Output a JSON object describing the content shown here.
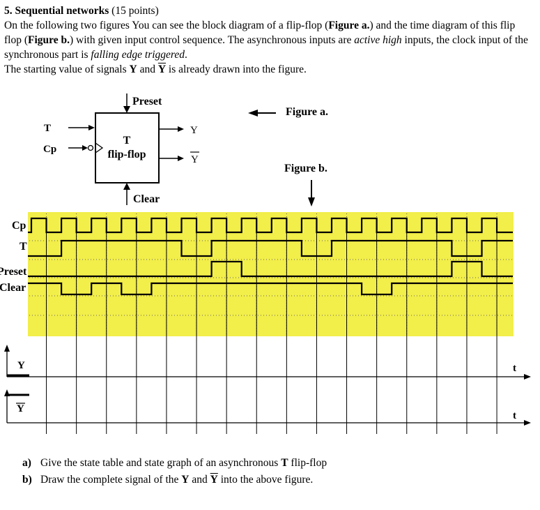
{
  "problem": {
    "number": "5.",
    "title": "Sequential networks",
    "points": "(15 points)",
    "line1_a": "On the following two figures You can see the block diagram of a flip-flop (",
    "figure_a_ref": "Figure a.",
    "line1_b": ") and the time diagram of this flip flop (",
    "figure_b_ref": "Figure b.",
    "line1_c": ") with given input control sequence. The asynchronous inputs are ",
    "active_high": "active high",
    "line1_d": " inputs, the clock input of the synchronous part is ",
    "falling_edge": "falling edge triggered",
    "line1_e": ".",
    "line2_a": "The starting value of signals ",
    "sig_y": "Y",
    "line2_and": " and ",
    "sig_ybar": "Y",
    "line2_b": " is already drawn into the figure."
  },
  "block_diagram": {
    "preset": "Preset",
    "clear": "Clear",
    "input_t": "T",
    "input_cp": "Cp",
    "block_line1": "T",
    "block_line2": "flip-flop",
    "output_y": "Y",
    "output_ybar": "Y",
    "figure_a_label": "Figure a.",
    "figure_b_label": "Figure b."
  },
  "timing": {
    "signals": [
      "Cp",
      "T",
      "Preset",
      "Clear"
    ],
    "output_y": "Y",
    "output_ybar": "Y",
    "time_axis": "t",
    "highlight_color": "#f2ee4a",
    "clock_periods": 16,
    "t_waveform": [
      [
        0,
        0
      ],
      [
        1,
        1
      ],
      [
        5,
        0
      ],
      [
        6,
        1
      ],
      [
        9,
        0
      ],
      [
        10,
        1
      ],
      [
        14,
        0
      ],
      [
        15,
        1
      ],
      [
        16,
        1
      ]
    ],
    "preset_waveform": [
      [
        0,
        0
      ],
      [
        6,
        1
      ],
      [
        7,
        0
      ],
      [
        14,
        1
      ],
      [
        15,
        0
      ],
      [
        16,
        0
      ]
    ],
    "clear_waveform": [
      [
        0,
        1
      ],
      [
        1,
        0
      ],
      [
        2,
        1
      ],
      [
        3,
        0
      ],
      [
        4,
        1
      ],
      [
        11,
        0
      ],
      [
        12,
        1
      ],
      [
        16,
        1
      ]
    ]
  },
  "questions": [
    {
      "label": "a)",
      "text_a": "Give the state table and state graph of an asynchronous ",
      "bold": "T",
      "text_b": " flip-flop"
    },
    {
      "label": "b)",
      "text_a": "Draw the complete signal of the ",
      "bold": "Y",
      "text_b": " and ",
      "bold2": "Y",
      "text_c": " into the above figure."
    }
  ]
}
